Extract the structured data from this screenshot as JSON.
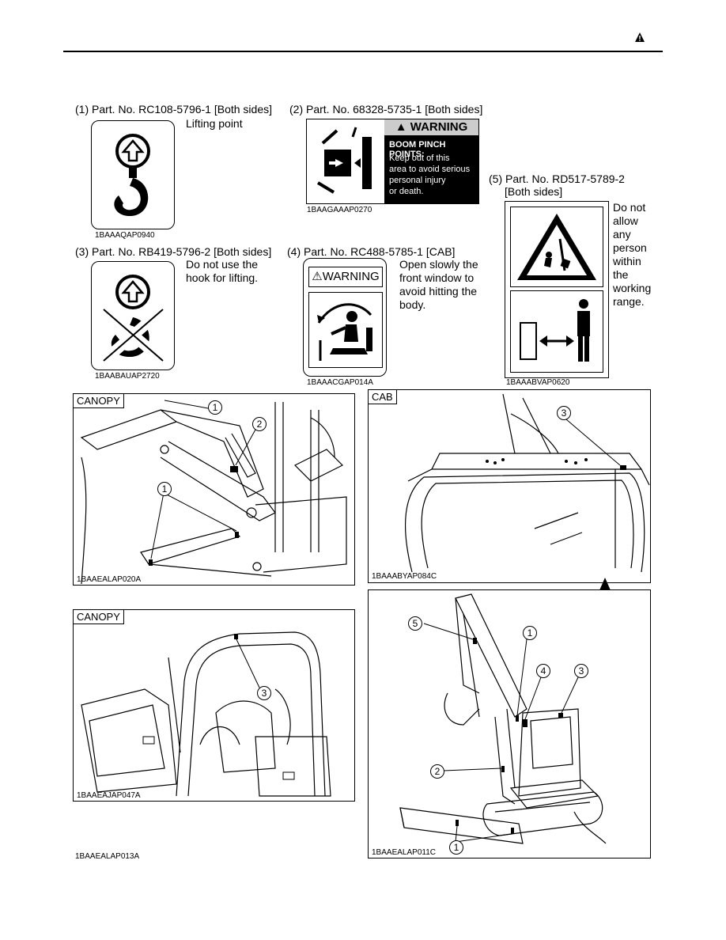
{
  "labels": [
    {
      "caption": "(1) Part. No. RC108-5796-1 [Both sides]",
      "desc": "Lifting point",
      "code": "1BAAAQAP0940"
    },
    {
      "caption": "(2) Part. No. 68328-5735-1 [Both sides]",
      "code": "1BAAGAAAP0270",
      "sign_header": "WARNING",
      "sign_title": "BOOM PINCH POINTS:",
      "sign_lines": [
        "Keep out of this",
        "area to avoid serious",
        "personal injury",
        "or death."
      ]
    },
    {
      "caption": "(3) Part. No. RB419-5796-2 [Both sides]",
      "desc_lines": [
        "Do not use the",
        "hook for lifting."
      ],
      "code": "1BAABAUAP2720"
    },
    {
      "caption": "(4) Part. No. RC488-5785-1 [CAB]",
      "sign_header": "WARNING",
      "desc_lines": [
        "Open slowly the",
        "front window to",
        "avoid hitting the",
        "body."
      ],
      "code": "1BAAACGAP014A"
    },
    {
      "caption_lines": [
        "(5) Part. No. RD517-5789-2",
        "[Both sides]"
      ],
      "desc_lines": [
        "Do not",
        "allow",
        "any",
        "person",
        "within",
        "the",
        "working",
        "range."
      ],
      "code": "1BAAABVAP0620"
    }
  ],
  "figures": {
    "canopy_top": {
      "tag": "CANOPY",
      "code": "1BAAEALAP020A",
      "callouts": [
        "1",
        "2",
        "1"
      ]
    },
    "cab": {
      "tag": "CAB",
      "code": "1BAAABYAP084C",
      "callouts": [
        "3"
      ]
    },
    "canopy_bottom": {
      "tag": "CANOPY",
      "code": "1BAAEAJAP047A",
      "callouts": [
        "3"
      ]
    },
    "overview": {
      "code": "1BAAEALAP011C",
      "callouts": [
        "5",
        "1",
        "4",
        "3",
        "2",
        "1"
      ]
    }
  },
  "page_code": "1BAAEALAP013A",
  "colors": {
    "ink": "#000000",
    "sign_bg": "#000000",
    "sign_header_bg": "#cccccc"
  }
}
